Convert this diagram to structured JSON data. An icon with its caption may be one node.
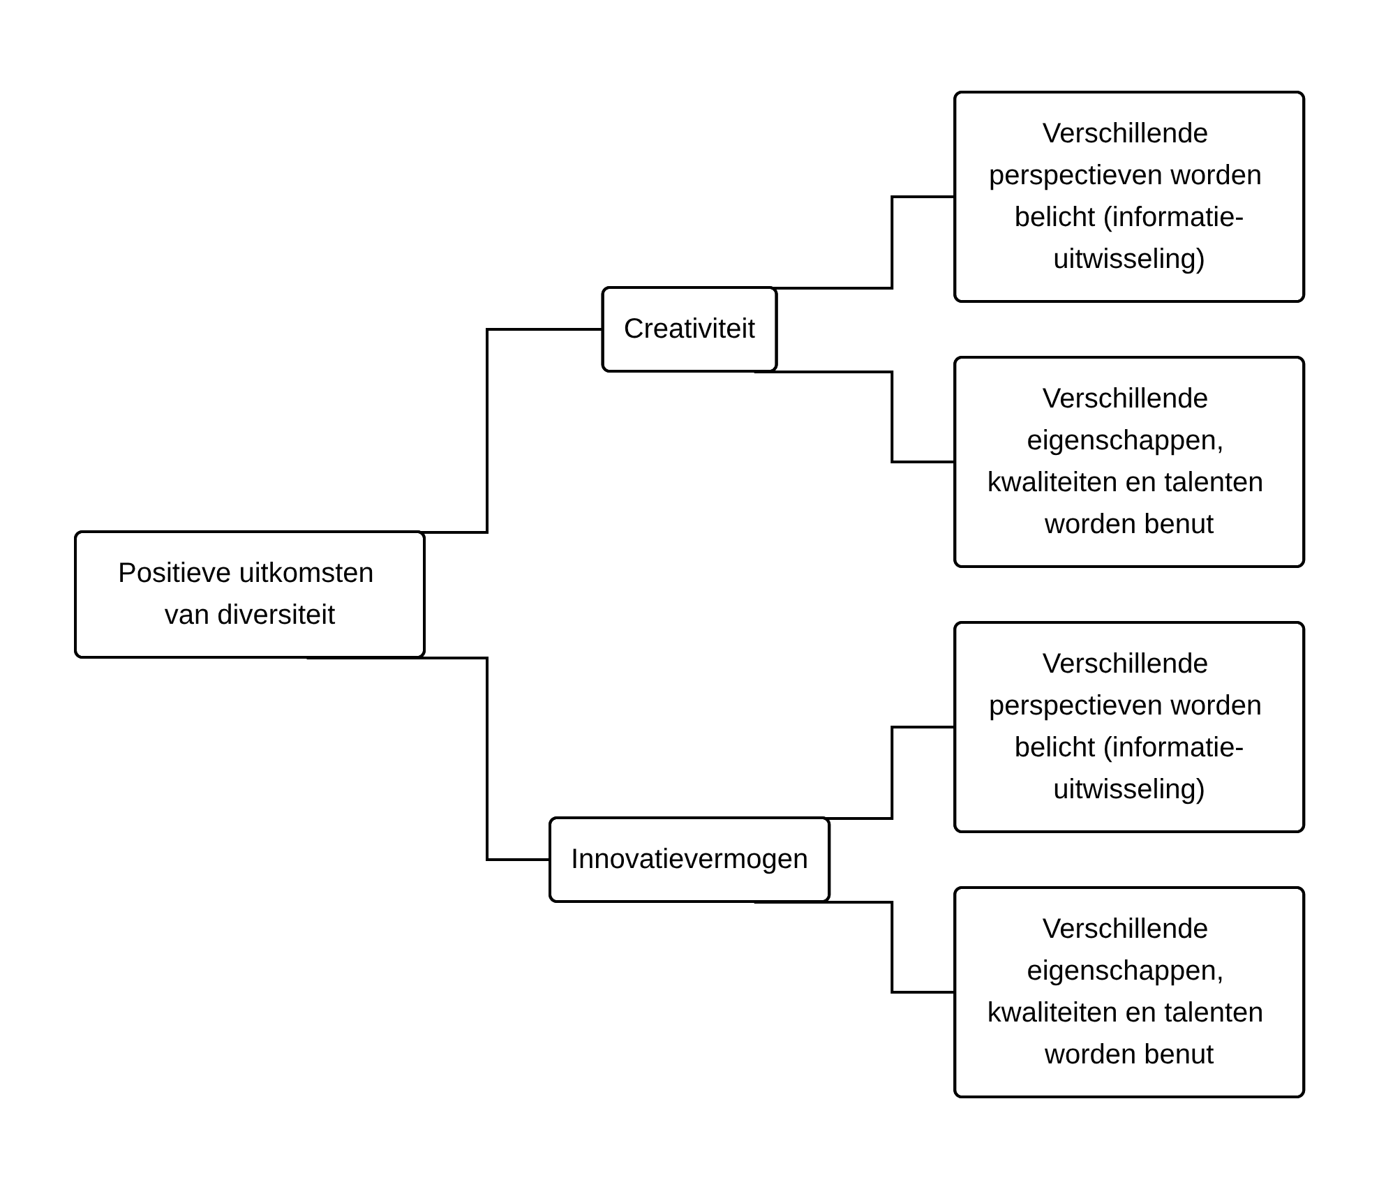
{
  "diagram": {
    "nodes": [
      {
        "text": [
          "Positieve uitkomsten van diversiteit"
        ]
      },
      {
        "text": [
          "Creativiteit"
        ]
      },
      {
        "text": [
          "Verschillende perspectieven worden belicht (informatie-uitwisseling)"
        ]
      },
      {
        "text": [
          "Verschillende eigenschappen, kwaliteiten en talenten worden benut"
        ]
      },
      {
        "text": [
          "Innovatievermogen"
        ]
      },
      {
        "text": [
          "Verschillende perspectieven worden belicht (informatie-uitwisseling)"
        ]
      },
      {
        "text": [
          "Verschillende eigenschappen, kwaliteiten en talenten worden benut"
        ]
      }
    ],
    "edges": [
      {
        "from": 0,
        "to": 1,
        "arrow": "none"
      },
      {
        "from": 0,
        "to": 4,
        "arrow": "none"
      },
      {
        "from": 1,
        "to": 2,
        "arrow": "none"
      },
      {
        "from": 1,
        "to": 3,
        "arrow": "none"
      },
      {
        "from": 4,
        "to": 5,
        "arrow": "none"
      },
      {
        "from": 4,
        "to": 6,
        "arrow": "none"
      }
    ]
  }
}
